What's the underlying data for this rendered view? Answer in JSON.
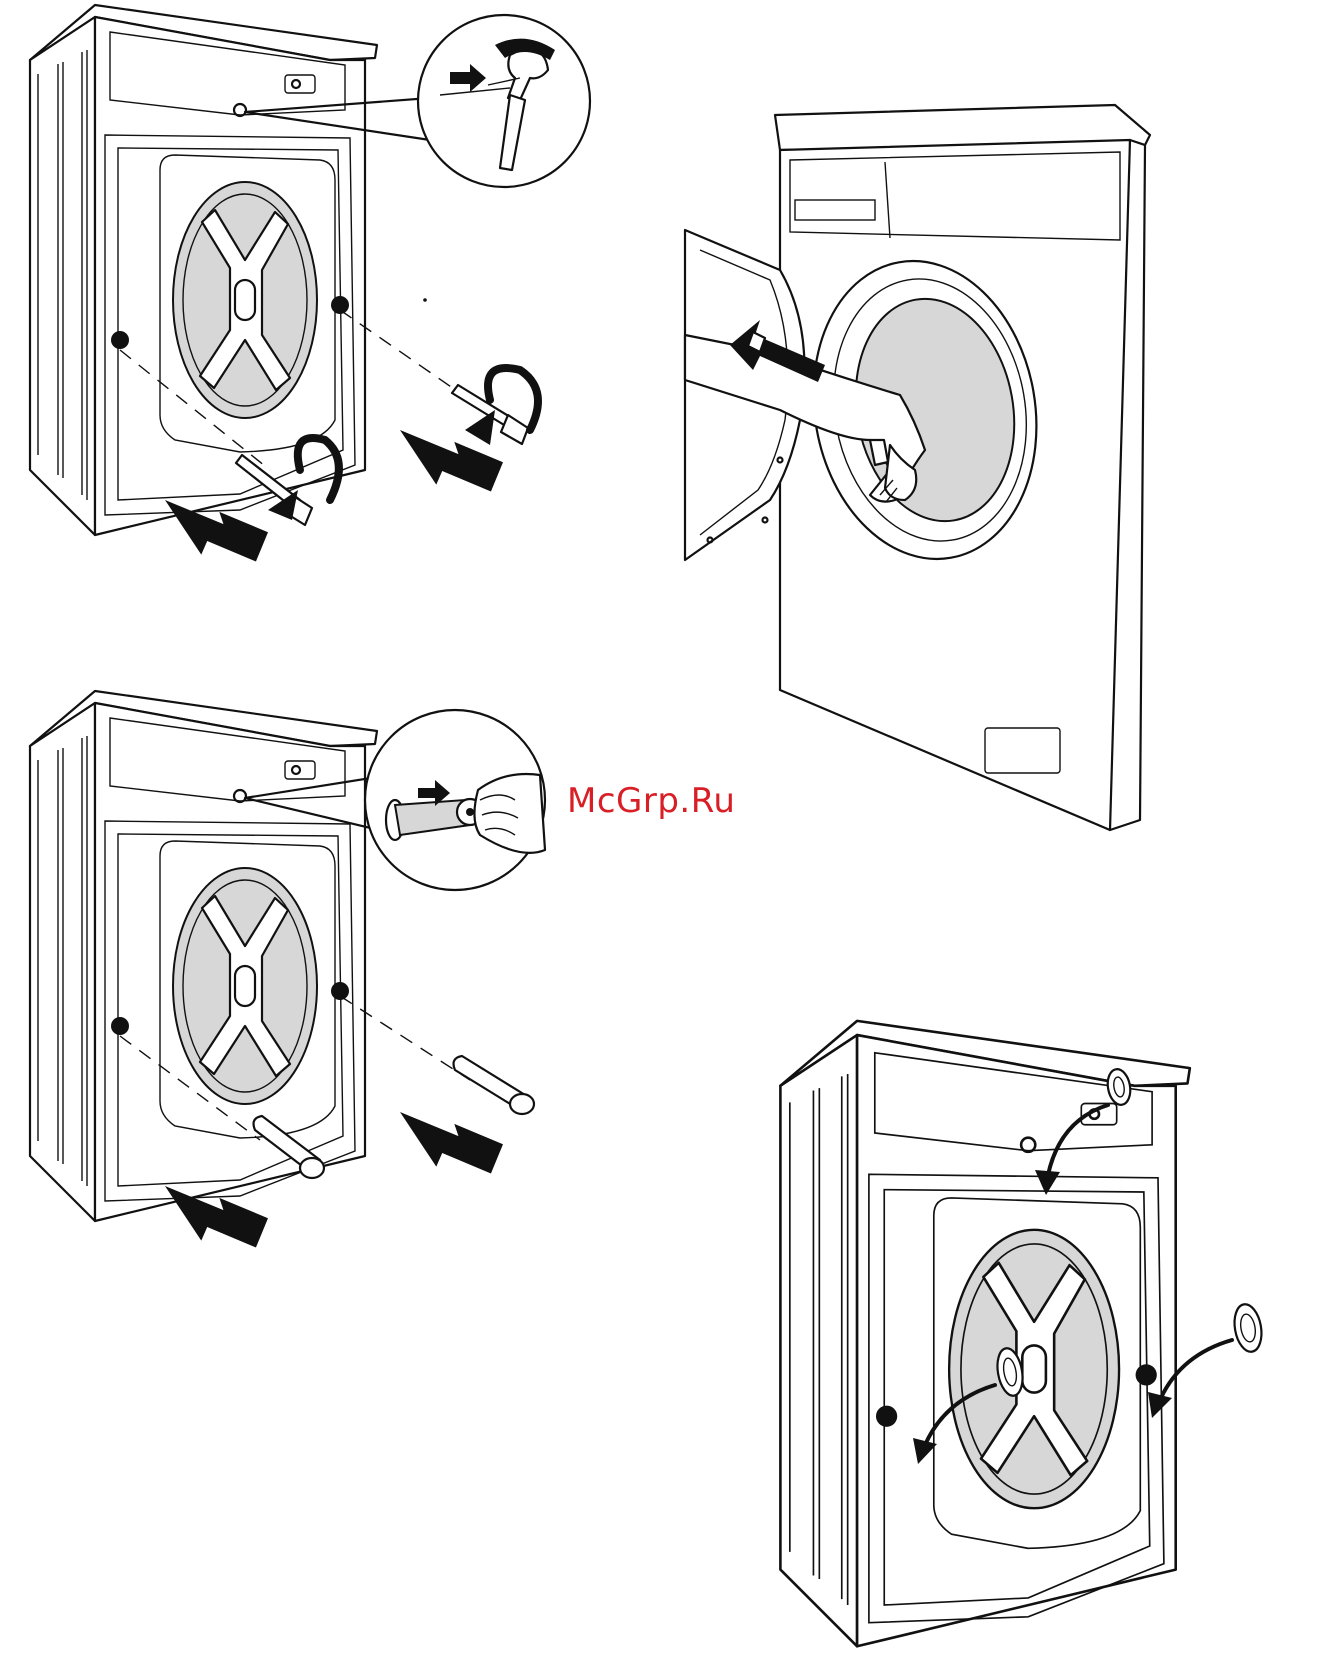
{
  "watermark": {
    "text": "McGrp.Ru",
    "color": "#d81f26"
  },
  "colors": {
    "line": "#111111",
    "drum_fill": "#d7d7d7",
    "background": "#ffffff"
  },
  "panels": [
    {
      "id": "remove-bolts",
      "icons": [
        "wrench-icon",
        "arrow-icon",
        "rotate-arrow-icon"
      ]
    },
    {
      "id": "remove-spacers",
      "icons": [
        "hand-icon",
        "arrow-icon"
      ]
    },
    {
      "id": "remove-from-drum",
      "icons": [
        "hand-icon",
        "arrow-icon"
      ]
    },
    {
      "id": "insert-caps",
      "icons": [
        "cap-icon",
        "curved-arrow-icon"
      ]
    }
  ]
}
